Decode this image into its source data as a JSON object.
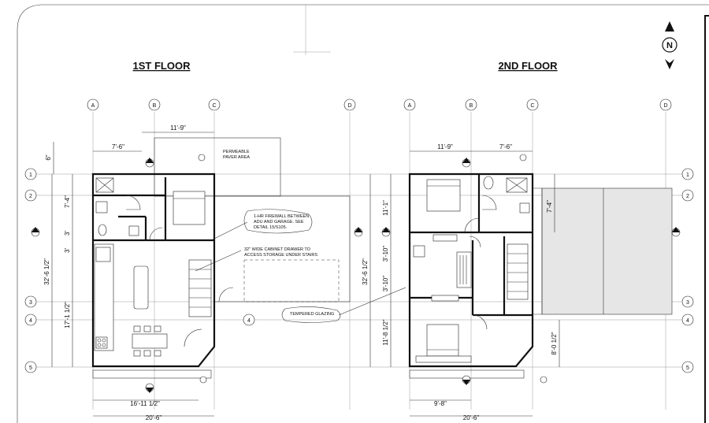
{
  "titles": {
    "first_floor": "1ST FLOOR",
    "second_floor": "2ND FLOOR"
  },
  "north": "N",
  "grid_columns": [
    "A",
    "B",
    "C",
    "D"
  ],
  "grid_rows": [
    "1",
    "2",
    "3",
    "4",
    "5"
  ],
  "first_floor": {
    "dims": {
      "top_b_c": "11'-9\"",
      "top_a_b": "7'-6\"",
      "top_six": "6\"",
      "left_1_2": "7'-4\"",
      "left_small": "3'",
      "left_mid": "3'",
      "left_total": "32'-6 1/2\"",
      "left_3_5": "17'-1 1/2\"",
      "bottom_inner": "16'-11 1/2\"",
      "bottom_total": "20'-6\""
    },
    "notes": {
      "paver": "PERMEABLE\nPAVER AREA",
      "firewall": "1-HR FIREWALL BETWEEN\nADU AND GARAGE. SEE\nDETAIL 15/S105.",
      "cabinet": "32\" WIDE CABINET DRAWER TO\nACCESS STORAGE UNDER STAIRS",
      "glazing": "TEMPERED GLAZING"
    }
  },
  "second_floor": {
    "dims": {
      "top_a_b": "11'-9\"",
      "top_b_c": "7'-6\"",
      "left_1_2": "11'-1\"",
      "left_a": "3'-10\"",
      "left_b": "3'-10\"",
      "left_total": "32'-6 1/2\"",
      "left_3_5": "11'-8 1/2\"",
      "right_upper": "7'-4\"",
      "right_lower": "8'-0 1/2\"",
      "bottom_inner": "9'-8\"",
      "bottom_total": "20'-6\""
    }
  }
}
